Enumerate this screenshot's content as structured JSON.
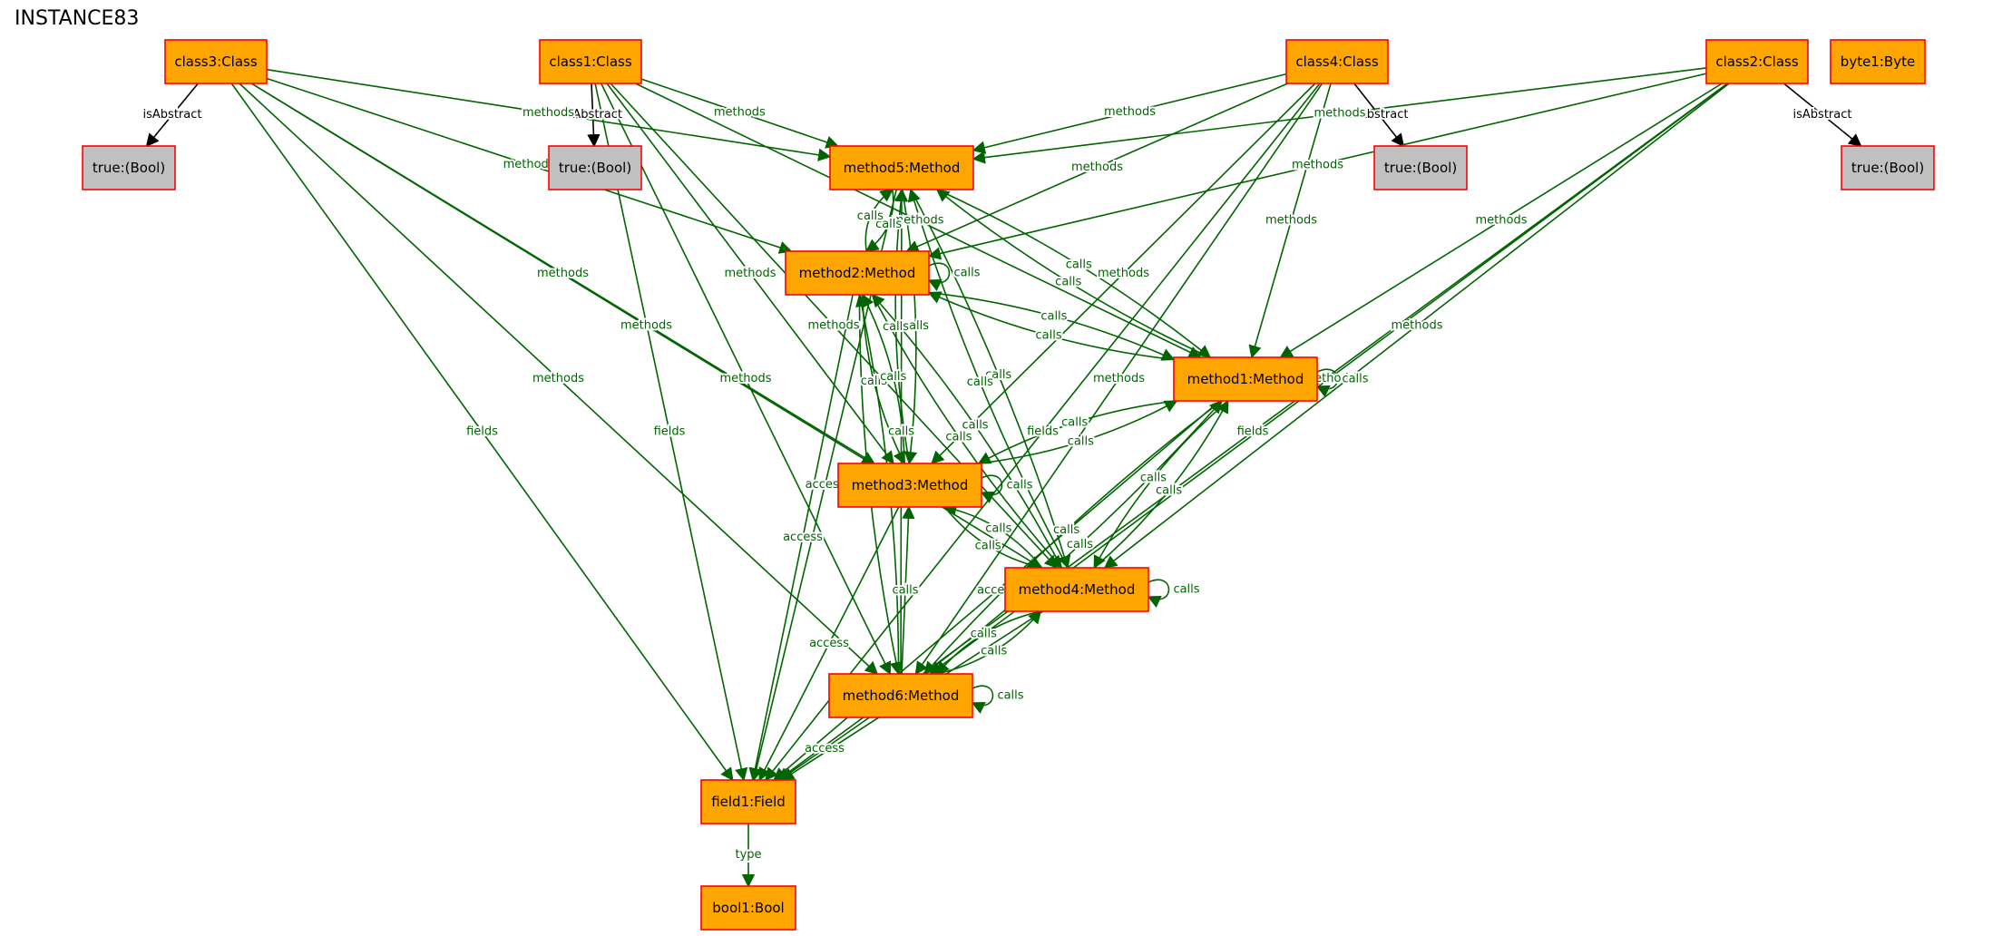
{
  "title": "INSTANCE83",
  "colors": {
    "object_fill": "#ffa500",
    "value_fill": "#c0c0c0",
    "object_border": "#ff0000",
    "link_green": "#006400",
    "link_black": "#000000"
  },
  "nodes": [
    {
      "id": "class3",
      "label": "class3:Class",
      "kind": "object"
    },
    {
      "id": "class1",
      "label": "class1:Class",
      "kind": "object"
    },
    {
      "id": "class4",
      "label": "class4:Class",
      "kind": "object"
    },
    {
      "id": "class2",
      "label": "class2:Class",
      "kind": "object"
    },
    {
      "id": "byte1",
      "label": "byte1:Byte",
      "kind": "object"
    },
    {
      "id": "t3",
      "label": "true:(Bool)",
      "kind": "value"
    },
    {
      "id": "t1",
      "label": "true:(Bool)",
      "kind": "value"
    },
    {
      "id": "t4",
      "label": "true:(Bool)",
      "kind": "value"
    },
    {
      "id": "t2",
      "label": "true:(Bool)",
      "kind": "value"
    },
    {
      "id": "method5",
      "label": "method5:Method",
      "kind": "object"
    },
    {
      "id": "method2",
      "label": "method2:Method",
      "kind": "object"
    },
    {
      "id": "method1",
      "label": "method1:Method",
      "kind": "object"
    },
    {
      "id": "method3",
      "label": "method3:Method",
      "kind": "object"
    },
    {
      "id": "method4",
      "label": "method4:Method",
      "kind": "object"
    },
    {
      "id": "method6",
      "label": "method6:Method",
      "kind": "object"
    },
    {
      "id": "field1",
      "label": "field1:Field",
      "kind": "object"
    },
    {
      "id": "bool1",
      "label": "bool1:Bool",
      "kind": "object"
    }
  ],
  "edges": [
    {
      "from": "class3",
      "to": "t3",
      "label": "isAbstract",
      "kind": "black"
    },
    {
      "from": "class1",
      "to": "t1",
      "label": "isAbstract",
      "kind": "black"
    },
    {
      "from": "class4",
      "to": "t4",
      "label": "isAbstract",
      "kind": "black"
    },
    {
      "from": "class2",
      "to": "t2",
      "label": "isAbstract",
      "kind": "black"
    },
    {
      "from": "class3",
      "to": "method5",
      "label": "methods"
    },
    {
      "from": "class3",
      "to": "method2",
      "label": "methods"
    },
    {
      "from": "class3",
      "to": "method3",
      "label": "methods"
    },
    {
      "from": "class3",
      "to": "method4",
      "label": "methods"
    },
    {
      "from": "class3",
      "to": "method6",
      "label": "methods"
    },
    {
      "from": "class3",
      "to": "field1",
      "label": "fields"
    },
    {
      "from": "class1",
      "to": "method5",
      "label": "methods"
    },
    {
      "from": "class1",
      "to": "method1",
      "label": "methods"
    },
    {
      "from": "class1",
      "to": "method3",
      "label": "methods"
    },
    {
      "from": "class1",
      "to": "method4",
      "label": "methods"
    },
    {
      "from": "class1",
      "to": "method6",
      "label": "methods"
    },
    {
      "from": "class1",
      "to": "field1",
      "label": "fields"
    },
    {
      "from": "class4",
      "to": "method5",
      "label": "methods"
    },
    {
      "from": "class4",
      "to": "method2",
      "label": "methods"
    },
    {
      "from": "class4",
      "to": "method1",
      "label": "methods"
    },
    {
      "from": "class4",
      "to": "method3",
      "label": "methods"
    },
    {
      "from": "class4",
      "to": "method6",
      "label": "methods"
    },
    {
      "from": "class4",
      "to": "field1",
      "label": "fields"
    },
    {
      "from": "class2",
      "to": "method5",
      "label": "methods"
    },
    {
      "from": "class2",
      "to": "method2",
      "label": "methods"
    },
    {
      "from": "class2",
      "to": "method1",
      "label": "methods"
    },
    {
      "from": "class2",
      "to": "method4",
      "label": "methods"
    },
    {
      "from": "class2",
      "to": "method6",
      "label": "methods"
    },
    {
      "from": "class2",
      "to": "field1",
      "label": "fields"
    },
    {
      "from": "method5",
      "to": "method2",
      "label": "calls"
    },
    {
      "from": "method2",
      "to": "method5",
      "label": "calls"
    },
    {
      "from": "method5",
      "to": "method1",
      "label": "calls"
    },
    {
      "from": "method1",
      "to": "method5",
      "label": "calls"
    },
    {
      "from": "method5",
      "to": "method3",
      "label": "calls"
    },
    {
      "from": "method3",
      "to": "method5",
      "label": "calls"
    },
    {
      "from": "method5",
      "to": "method4",
      "label": "calls"
    },
    {
      "from": "method4",
      "to": "method5",
      "label": "calls"
    },
    {
      "from": "method6",
      "to": "method5",
      "label": "calls"
    },
    {
      "from": "method5",
      "to": "field1",
      "label": "access"
    },
    {
      "from": "method2",
      "to": "method2",
      "label": "calls"
    },
    {
      "from": "method2",
      "to": "method1",
      "label": "calls"
    },
    {
      "from": "method1",
      "to": "method2",
      "label": "calls"
    },
    {
      "from": "method2",
      "to": "method3",
      "label": "calls"
    },
    {
      "from": "method3",
      "to": "method2",
      "label": "calls"
    },
    {
      "from": "method2",
      "to": "method4",
      "label": "calls"
    },
    {
      "from": "method4",
      "to": "method2",
      "label": "calls"
    },
    {
      "from": "method2",
      "to": "method6",
      "label": "calls"
    },
    {
      "from": "method6",
      "to": "method2",
      "label": "calls"
    },
    {
      "from": "method2",
      "to": "field1",
      "label": "access"
    },
    {
      "from": "method1",
      "to": "method1",
      "label": "calls"
    },
    {
      "from": "method1",
      "to": "method3",
      "label": "calls"
    },
    {
      "from": "method3",
      "to": "method1",
      "label": "calls"
    },
    {
      "from": "method1",
      "to": "method4",
      "label": "calls"
    },
    {
      "from": "method4",
      "to": "method1",
      "label": "calls"
    },
    {
      "from": "method1",
      "to": "method6",
      "label": "calls"
    },
    {
      "from": "method6",
      "to": "method1",
      "label": "calls"
    },
    {
      "from": "method1",
      "to": "field1",
      "label": "access"
    },
    {
      "from": "method3",
      "to": "method3",
      "label": "calls"
    },
    {
      "from": "method3",
      "to": "method4",
      "label": "calls"
    },
    {
      "from": "method4",
      "to": "method3",
      "label": "calls"
    },
    {
      "from": "method6",
      "to": "method3",
      "label": "calls"
    },
    {
      "from": "method3",
      "to": "field1",
      "label": "access"
    },
    {
      "from": "method4",
      "to": "method4",
      "label": "calls"
    },
    {
      "from": "method4",
      "to": "method6",
      "label": "calls"
    },
    {
      "from": "method6",
      "to": "method4",
      "label": "calls"
    },
    {
      "from": "method4",
      "to": "field1",
      "label": "access"
    },
    {
      "from": "method6",
      "to": "method6",
      "label": "calls"
    },
    {
      "from": "method6",
      "to": "field1",
      "label": "access"
    },
    {
      "from": "field1",
      "to": "bool1",
      "label": "type"
    }
  ]
}
